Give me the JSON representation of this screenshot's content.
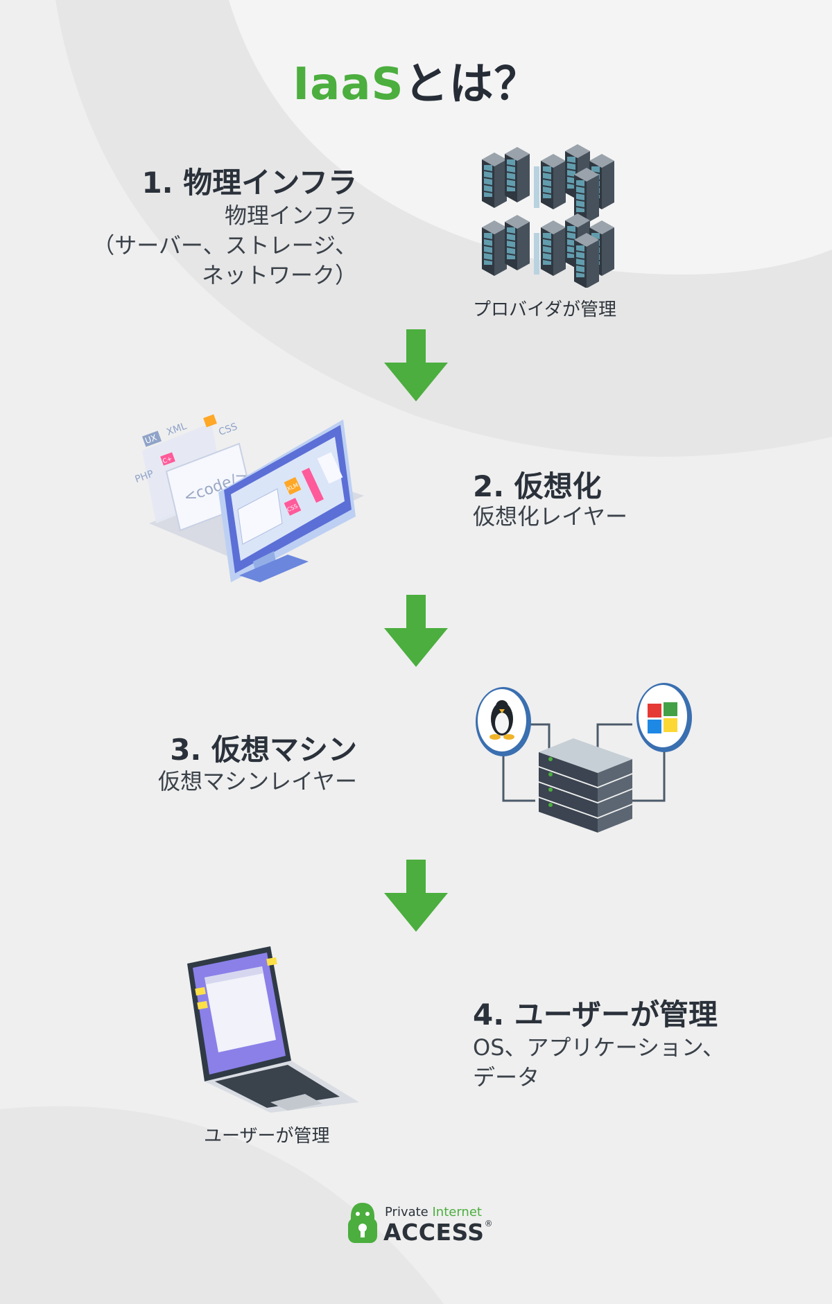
{
  "title": {
    "part1": "IaaS",
    "part2": "とは？"
  },
  "steps": [
    {
      "title": "1. 物理インフラ",
      "sub_lines": [
        "物理インフラ",
        "（サーバー、ストレージ、",
        "ネットワーク）"
      ],
      "caption": "プロバイダが管理"
    },
    {
      "title": "2. 仮想化",
      "sub_lines": [
        "仮想化レイヤー"
      ]
    },
    {
      "title": "3. 仮想マシン",
      "sub_lines": [
        "仮想マシンレイヤー"
      ]
    },
    {
      "title": "4. ユーザーが管理",
      "sub_lines": [
        "OS、アプリケーション、",
        "データ"
      ],
      "caption": "ユーザーが管理"
    }
  ],
  "illustrations": {
    "code_labels": [
      "UX",
      "XML",
      "CSS",
      "PHP",
      "C+",
      "<code/>",
      "XLM",
      "CSS"
    ]
  },
  "logo": {
    "line1_a": "Private ",
    "line1_b": "Internet",
    "line2": "ACCESS",
    "mark": "®"
  },
  "colors": {
    "accent": "#4bae3e",
    "text": "#2a313a",
    "background": "#efefef"
  }
}
